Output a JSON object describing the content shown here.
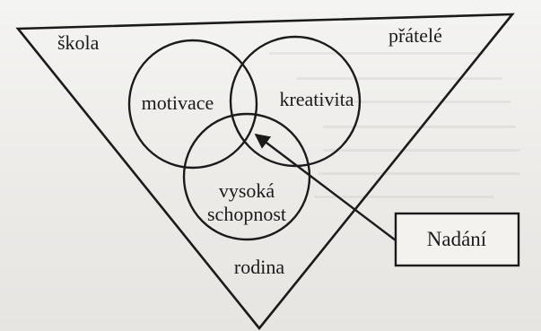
{
  "diagram": {
    "corners": {
      "top_left": "škola",
      "top_right": "přátelé",
      "bottom": "rodina"
    },
    "circles": {
      "left": "motivace",
      "right": "kreativita",
      "bottom_line1": "vysoká",
      "bottom_line2": "schopnost"
    },
    "box_label": "Nadání"
  },
  "colors": {
    "ink": "#1b1b1b",
    "paper": "#efeeec"
  }
}
